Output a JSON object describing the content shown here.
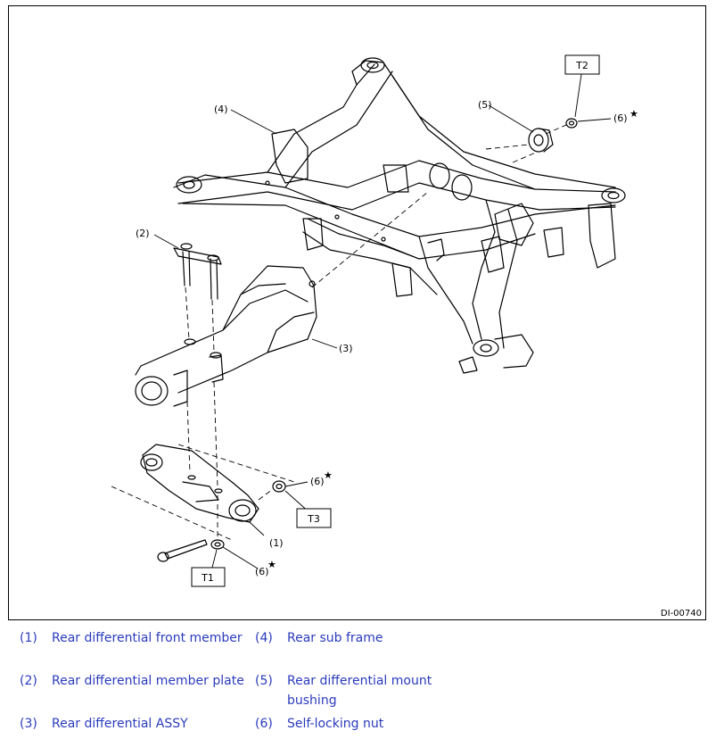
{
  "figure": {
    "code": "DI-00740",
    "callouts": {
      "c1": "(1)",
      "c2": "(2)",
      "c3": "(3)",
      "c4": "(4)",
      "c5": "(5)",
      "c6a": "(6)",
      "c6b": "(6)",
      "c6c": "(6)"
    },
    "torque": {
      "t1": "T1",
      "t2": "T2",
      "t3": "T3"
    },
    "star": "★"
  },
  "legend": {
    "color": "#2a3bbd",
    "items": [
      {
        "num": "(1)",
        "label": "Rear differential front member"
      },
      {
        "num": "(2)",
        "label": "Rear differential member plate"
      },
      {
        "num": "(3)",
        "label": "Rear differential ASSY"
      },
      {
        "num": "(4)",
        "label": "Rear sub frame"
      },
      {
        "num": "(5)",
        "label": "Rear differential mount bushing"
      },
      {
        "num": "(6)",
        "label": "Self-locking nut"
      }
    ]
  }
}
